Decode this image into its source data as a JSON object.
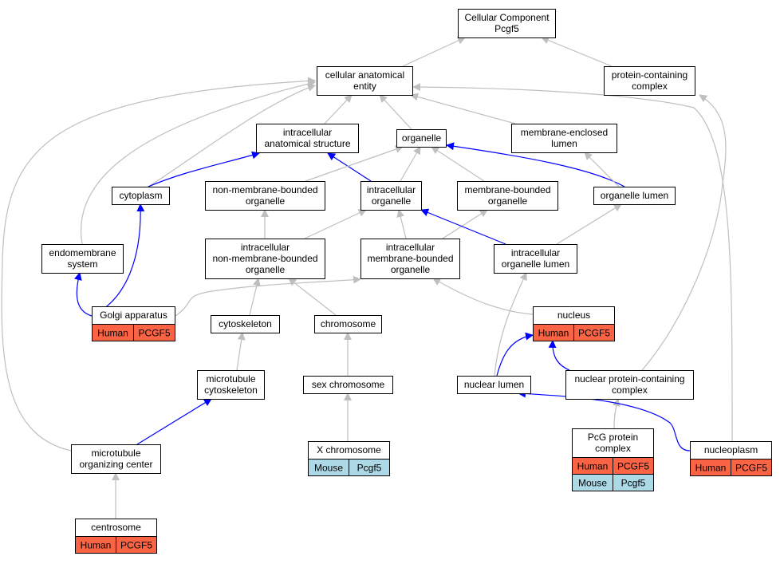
{
  "colors": {
    "edge_gray": "#bfbfbf",
    "edge_blue": "#0000ff",
    "human": "#fa6445",
    "mouse": "#add8e6",
    "node_border": "#000000"
  },
  "nodes": [
    {
      "id": "cellular_component",
      "lines": [
        "Cellular Component",
        "Pcgf5"
      ]
    },
    {
      "id": "cellular_anatomical_entity",
      "lines": [
        "cellular anatomical",
        "entity"
      ]
    },
    {
      "id": "protein_containing_complex",
      "lines": [
        "protein-containing",
        "complex"
      ]
    },
    {
      "id": "intracellular_anatomical_structure",
      "lines": [
        "intracellular",
        "anatomical structure"
      ]
    },
    {
      "id": "organelle",
      "lines": [
        "organelle"
      ]
    },
    {
      "id": "membrane_enclosed_lumen",
      "lines": [
        "membrane-enclosed",
        "lumen"
      ]
    },
    {
      "id": "cytoplasm",
      "lines": [
        "cytoplasm"
      ]
    },
    {
      "id": "non_membrane_bounded_organelle",
      "lines": [
        "non-membrane-bounded",
        "organelle"
      ]
    },
    {
      "id": "intracellular_organelle",
      "lines": [
        "intracellular",
        "organelle"
      ]
    },
    {
      "id": "membrane_bounded_organelle",
      "lines": [
        "membrane-bounded",
        "organelle"
      ]
    },
    {
      "id": "organelle_lumen",
      "lines": [
        "organelle lumen"
      ]
    },
    {
      "id": "endomembrane_system",
      "lines": [
        "endomembrane",
        "system"
      ]
    },
    {
      "id": "intracellular_non_membrane_bounded_organelle",
      "lines": [
        "intracellular",
        "non-membrane-bounded",
        "organelle"
      ]
    },
    {
      "id": "intracellular_membrane_bounded_organelle",
      "lines": [
        "intracellular",
        "membrane-bounded",
        "organelle"
      ]
    },
    {
      "id": "intracellular_organelle_lumen",
      "lines": [
        "intracellular",
        "organelle lumen"
      ]
    },
    {
      "id": "golgi_apparatus",
      "lines": [
        "Golgi apparatus"
      ],
      "rows": [
        [
          {
            "text": "Human",
            "species": "human"
          },
          {
            "text": "PCGF5",
            "species": "human"
          }
        ]
      ]
    },
    {
      "id": "nucleus",
      "lines": [
        "nucleus"
      ],
      "rows": [
        [
          {
            "text": "Human",
            "species": "human"
          },
          {
            "text": "PCGF5",
            "species": "human"
          }
        ]
      ]
    },
    {
      "id": "cytoskeleton",
      "lines": [
        "cytoskeleton"
      ]
    },
    {
      "id": "chromosome",
      "lines": [
        "chromosome"
      ]
    },
    {
      "id": "microtubule_cytoskeleton",
      "lines": [
        "microtubule",
        "cytoskeleton"
      ]
    },
    {
      "id": "sex_chromosome",
      "lines": [
        "sex chromosome"
      ]
    },
    {
      "id": "nuclear_lumen",
      "lines": [
        "nuclear lumen"
      ]
    },
    {
      "id": "nuclear_protein_containing_complex",
      "lines": [
        "nuclear protein-containing",
        "complex"
      ]
    },
    {
      "id": "microtubule_organizing_center",
      "lines": [
        "microtubule",
        "organizing center"
      ]
    },
    {
      "id": "x_chromosome",
      "lines": [
        "X chromosome"
      ],
      "rows": [
        [
          {
            "text": "Mouse",
            "species": "mouse"
          },
          {
            "text": "Pcgf5",
            "species": "mouse"
          }
        ]
      ]
    },
    {
      "id": "pcg_protein_complex",
      "lines": [
        "PcG protein",
        "complex"
      ],
      "rows": [
        [
          {
            "text": "Human",
            "species": "human"
          },
          {
            "text": "PCGF5",
            "species": "human"
          }
        ],
        [
          {
            "text": "Mouse",
            "species": "mouse"
          },
          {
            "text": "Pcgf5",
            "species": "mouse"
          }
        ]
      ]
    },
    {
      "id": "nucleoplasm",
      "lines": [
        "nucleoplasm"
      ],
      "rows": [
        [
          {
            "text": "Human",
            "species": "human"
          },
          {
            "text": "PCGF5",
            "species": "human"
          }
        ]
      ]
    },
    {
      "id": "centrosome",
      "lines": [
        "centrosome"
      ],
      "rows": [
        [
          {
            "text": "Human",
            "species": "human"
          },
          {
            "text": "PCGF5",
            "species": "human"
          }
        ]
      ]
    }
  ],
  "edges": [
    {
      "from": "cellular_anatomical_entity",
      "to": "cellular_component",
      "color": "gray"
    },
    {
      "from": "protein_containing_complex",
      "to": "cellular_component",
      "color": "gray"
    },
    {
      "from": "intracellular_anatomical_structure",
      "to": "cellular_anatomical_entity",
      "color": "gray"
    },
    {
      "from": "organelle",
      "to": "cellular_anatomical_entity",
      "color": "gray"
    },
    {
      "from": "membrane_enclosed_lumen",
      "to": "cellular_anatomical_entity",
      "color": "gray"
    },
    {
      "from": "cytoplasm",
      "to": "cellular_anatomical_entity",
      "color": "gray"
    },
    {
      "from": "endomembrane_system",
      "to": "cellular_anatomical_entity",
      "color": "gray"
    },
    {
      "from": "microtubule_organizing_center",
      "to": "cellular_anatomical_entity",
      "color": "gray"
    },
    {
      "from": "nucleoplasm",
      "to": "cellular_anatomical_entity",
      "color": "gray"
    },
    {
      "from": "cytoplasm",
      "to": "intracellular_anatomical_structure",
      "color": "blue"
    },
    {
      "from": "intracellular_organelle",
      "to": "intracellular_anatomical_structure",
      "color": "blue"
    },
    {
      "from": "non_membrane_bounded_organelle",
      "to": "organelle",
      "color": "gray"
    },
    {
      "from": "intracellular_organelle",
      "to": "organelle",
      "color": "gray"
    },
    {
      "from": "membrane_bounded_organelle",
      "to": "organelle",
      "color": "gray"
    },
    {
      "from": "organelle_lumen",
      "to": "organelle",
      "color": "blue"
    },
    {
      "from": "organelle_lumen",
      "to": "membrane_enclosed_lumen",
      "color": "gray"
    },
    {
      "from": "golgi_apparatus",
      "to": "cytoplasm",
      "color": "blue"
    },
    {
      "from": "golgi_apparatus",
      "to": "endomembrane_system",
      "color": "blue"
    },
    {
      "from": "golgi_apparatus",
      "to": "intracellular_membrane_bounded_organelle",
      "color": "gray"
    },
    {
      "from": "intracellular_non_membrane_bounded_organelle",
      "to": "non_membrane_bounded_organelle",
      "color": "gray"
    },
    {
      "from": "intracellular_non_membrane_bounded_organelle",
      "to": "intracellular_organelle",
      "color": "gray"
    },
    {
      "from": "intracellular_membrane_bounded_organelle",
      "to": "intracellular_organelle",
      "color": "gray"
    },
    {
      "from": "intracellular_membrane_bounded_organelle",
      "to": "membrane_bounded_organelle",
      "color": "gray"
    },
    {
      "from": "intracellular_organelle_lumen",
      "to": "intracellular_organelle",
      "color": "blue"
    },
    {
      "from": "intracellular_organelle_lumen",
      "to": "organelle_lumen",
      "color": "gray"
    },
    {
      "from": "cytoskeleton",
      "to": "intracellular_non_membrane_bounded_organelle",
      "color": "gray"
    },
    {
      "from": "chromosome",
      "to": "intracellular_non_membrane_bounded_organelle",
      "color": "gray"
    },
    {
      "from": "nucleus",
      "to": "intracellular_membrane_bounded_organelle",
      "color": "gray"
    },
    {
      "from": "microtubule_cytoskeleton",
      "to": "cytoskeleton",
      "color": "gray"
    },
    {
      "from": "sex_chromosome",
      "to": "chromosome",
      "color": "gray"
    },
    {
      "from": "x_chromosome",
      "to": "sex_chromosome",
      "color": "gray"
    },
    {
      "from": "microtubule_organizing_center",
      "to": "microtubule_cytoskeleton",
      "color": "blue"
    },
    {
      "from": "centrosome",
      "to": "microtubule_organizing_center",
      "color": "gray"
    },
    {
      "from": "nuclear_lumen",
      "to": "intracellular_organelle_lumen",
      "color": "gray"
    },
    {
      "from": "nuclear_lumen",
      "to": "nucleus",
      "color": "blue"
    },
    {
      "from": "nuclear_protein_containing_complex",
      "to": "nucleus",
      "color": "blue"
    },
    {
      "from": "nuclear_protein_containing_complex",
      "to": "protein_containing_complex",
      "color": "gray"
    },
    {
      "from": "pcg_protein_complex",
      "to": "nuclear_protein_containing_complex",
      "color": "gray"
    },
    {
      "from": "nucleoplasm",
      "to": "nuclear_lumen",
      "color": "blue"
    }
  ]
}
